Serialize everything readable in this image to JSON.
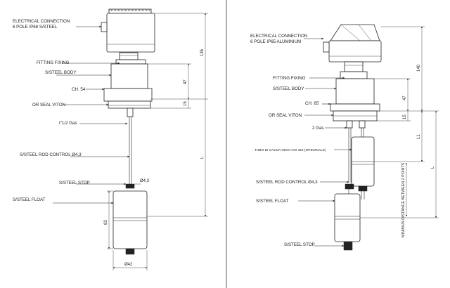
{
  "left": {
    "labels": {
      "electrical_line1": "ELECTRICAL CONNECTION",
      "electrical_line2": "6 POLE IP68 S/STEEL",
      "fitting": "FITTING FIXING",
      "body": "S/STEEL BODY",
      "ch": "CH. 54",
      "oring": "OR SEAL VITON",
      "gas": "I\"1/2 Gas",
      "rod": "S/STEEL ROD CONTROL Ø4,3",
      "stop": "S/STEEL STOP",
      "float": "S/STEEL FLOAT"
    },
    "dims": {
      "d135": "135",
      "d47": "47",
      "d15": "15",
      "L": "L",
      "d43": "Ø4,3",
      "d83": "83",
      "d42": "Ø42"
    }
  },
  "right": {
    "labels": {
      "electrical_line1": "ELECTRICAL CONNECTION",
      "electrical_line2": "6 POLE IP65 ALUMINIUM",
      "fitting": "FITTING FIXING",
      "body": "S/STEEL BODY",
      "ch": "CH. 65",
      "oring": "OR SEAL VITON",
      "gas": "2 Gas",
      "tube": "TUBO DI CALMA INOX AISI 316 (OPZIONALE)",
      "rod": "S/STEEL ROD CONTROL Ø4,3",
      "float": "S/STEEL FLOAT",
      "stop": "S/STEEL STOP"
    },
    "dims": {
      "d140": "140",
      "d47": "47",
      "d15": "15",
      "L1": "L1",
      "L": "L",
      "min_distance": "MINIMUN DISTANCE BETWEEN 2 POINTS"
    }
  }
}
